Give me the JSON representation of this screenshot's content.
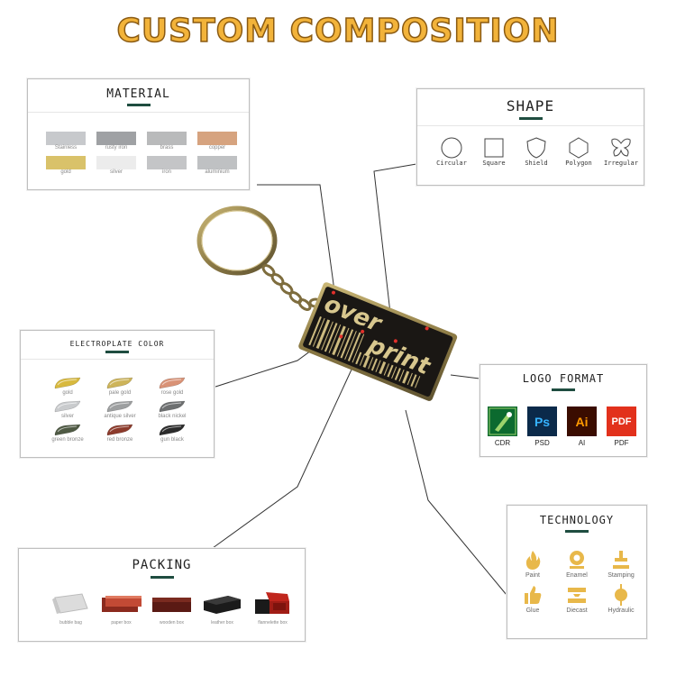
{
  "title": "CUSTOM COMPOSITION",
  "material": {
    "heading": "MATERIAL",
    "items": [
      {
        "label": "Stainless",
        "color": "#c7c9cc"
      },
      {
        "label": "rusty iron",
        "color": "#9fa1a4"
      },
      {
        "label": "brass",
        "color": "#b9babb"
      },
      {
        "label": "copper",
        "color": "#d6a37f"
      },
      {
        "label": "gold",
        "color": "#d9c26a"
      },
      {
        "label": "silver",
        "color": "#ececec"
      },
      {
        "label": "iron",
        "color": "#c4c5c7"
      },
      {
        "label": "aluminium",
        "color": "#bfc1c3"
      }
    ]
  },
  "shape": {
    "heading": "SHAPE",
    "items": [
      {
        "label": "Circular",
        "icon": "circle-icon"
      },
      {
        "label": "Square",
        "icon": "square-icon"
      },
      {
        "label": "Shield",
        "icon": "shield-icon"
      },
      {
        "label": "Polygon",
        "icon": "polygon-icon"
      },
      {
        "label": "Irregular",
        "icon": "butterfly-icon"
      }
    ]
  },
  "electroplate": {
    "heading": "ELECTROPLATE COLOR",
    "items": [
      {
        "label": "gold",
        "color": "#d8b93e"
      },
      {
        "label": "pale gold",
        "color": "#cdb45a"
      },
      {
        "label": "rose gold",
        "color": "#d99276"
      },
      {
        "label": "silver",
        "color": "#c9cbcd"
      },
      {
        "label": "antique silver",
        "color": "#9d9fa0"
      },
      {
        "label": "black nickel",
        "color": "#6d6f70"
      },
      {
        "label": "green bronze",
        "color": "#4f5a44"
      },
      {
        "label": "red bronze",
        "color": "#8c3b2c"
      },
      {
        "label": "gun black",
        "color": "#2b2b2b"
      }
    ]
  },
  "logo_format": {
    "heading": "LOGO FORMAT",
    "items": [
      {
        "label": "CDR",
        "glyph": "",
        "bg": "#0c6a2f",
        "fg": "#ffffff"
      },
      {
        "label": "PSD",
        "glyph": "Ps",
        "bg": "#0b2a4a",
        "fg": "#36b3ff"
      },
      {
        "label": "AI",
        "glyph": "Ai",
        "bg": "#3a0c00",
        "fg": "#ff9a00"
      },
      {
        "label": "PDF",
        "glyph": "PDF",
        "bg": "#e2311c",
        "fg": "#ffffff"
      }
    ]
  },
  "technology": {
    "heading": "TECHNOLOGY",
    "accent": "#e8b84a",
    "items": [
      {
        "label": "Paint",
        "icon": "flame-icon"
      },
      {
        "label": "Enamel",
        "icon": "enamel-icon"
      },
      {
        "label": "Stamping",
        "icon": "stamping-icon"
      },
      {
        "label": "Glue",
        "icon": "thumb-up-icon"
      },
      {
        "label": "Diecast",
        "icon": "diecast-icon"
      },
      {
        "label": "Hydraulic",
        "icon": "hydraulic-icon"
      }
    ]
  },
  "packing": {
    "heading": "PACKING",
    "items": [
      {
        "label": "bubble bag",
        "color": "#d8d8d8"
      },
      {
        "label": "paper box",
        "color": "#8b2a1e"
      },
      {
        "label": "wooden box",
        "color": "#6a1f18"
      },
      {
        "label": "leather box",
        "color": "#1b1b1b"
      },
      {
        "label": "flannelette box",
        "color": "#b5231c"
      }
    ]
  },
  "keychain": {
    "text_top": "over",
    "text_bottom": "print",
    "metal": "#9a8650",
    "enamel": "#1a1714"
  }
}
